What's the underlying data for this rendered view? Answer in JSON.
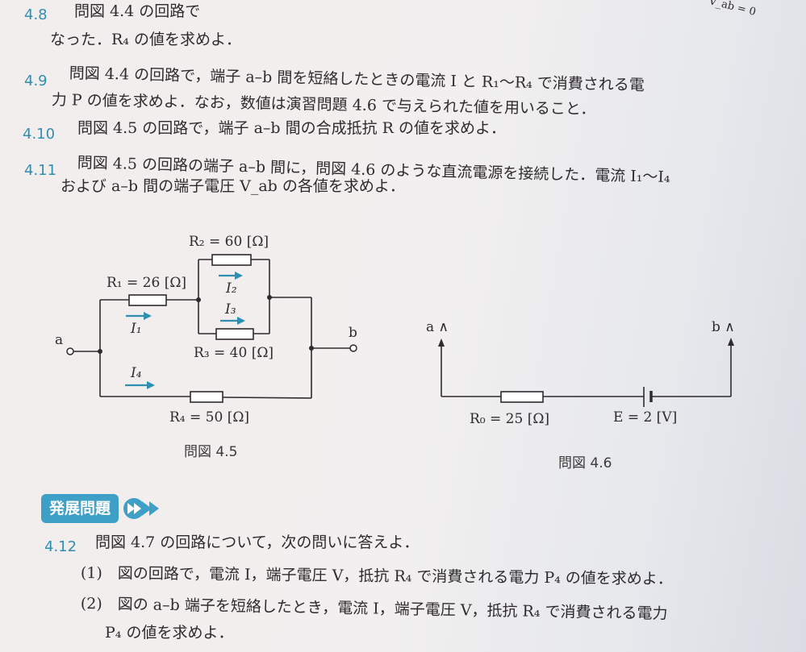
{
  "problems": [
    {
      "num": "4.8",
      "text": "問図 4.4 の回路で"
    },
    {
      "num": "",
      "text": "なった．R₄ の値を求めよ．"
    },
    {
      "num": "4.9",
      "text": "問図 4.4 の回路で，端子 a–b 間を短絡したときの電流 I と R₁〜R₄ で消費される電"
    },
    {
      "num": "",
      "text": "力 P の値を求めよ．なお，数値は演習問題 4.6 で与えられた値を用いること．"
    },
    {
      "num": "4.10",
      "text": "問図 4.5 の回路で，端子 a–b 間の合成抵抗 R の値を求めよ．"
    },
    {
      "num": "4.11",
      "text": "問図 4.5 の回路の端子 a–b 間に，問図 4.6 のような直流電源を接続した．電流 I₁〜I₄"
    },
    {
      "num": "",
      "text": "および a–b 間の端子電圧 V_ab の各値を求めよ．"
    }
  ],
  "corner_text": "V_ab = 0",
  "fig45": {
    "caption": "問図 4.5",
    "R1": "R₁ = 26 [Ω]",
    "R2": "R₂ = 60 [Ω]",
    "R3": "R₃ = 40 [Ω]",
    "R4": "R₄ = 50 [Ω]",
    "I1": "I₁",
    "I2": "I₂",
    "I3": "I₃",
    "I4": "I₄",
    "a": "a",
    "b": "b"
  },
  "fig46": {
    "caption": "問図 4.6",
    "R0": "R₀ = 25 [Ω]",
    "E": "E = 2 [V]",
    "a": "a",
    "b": "b"
  },
  "advanced": {
    "badge": "発展問題",
    "num": "4.12",
    "text": "問図 4.7 の回路について，次の問いに答えよ．",
    "items": [
      "(1)　図の回路で，電流 I，端子電圧 V，抵抗 R₄ で消費される電力 P₄ の値を求めよ．",
      "(2)　図の a–b 端子を短絡したとき，電流 I，端子電圧 V，抵抗 R₄ で消費される電力",
      "P₄ の値を求めよ．"
    ]
  },
  "colors": {
    "accent": "#2f8fb3",
    "badge": "#3ea0c6",
    "text": "#2e2a2e"
  }
}
